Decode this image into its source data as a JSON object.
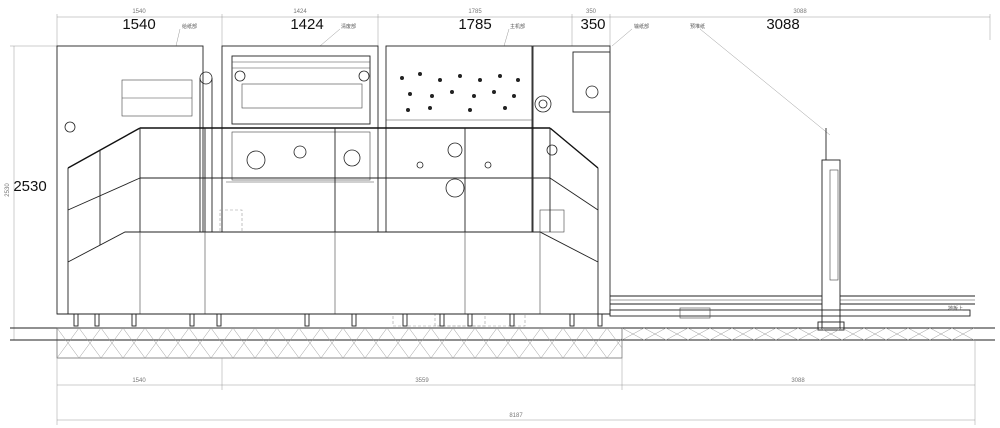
{
  "dimensions": {
    "top_large": [
      "1540",
      "1424",
      "1785",
      "350",
      "3088"
    ],
    "top_small": [
      "1540",
      "1424",
      "1785",
      "350",
      "3088"
    ],
    "height_large": "2530",
    "height_small": "2530",
    "bottom_row_1": [
      "1540",
      "3559",
      "3088"
    ],
    "bottom_total": "8187"
  },
  "section_labels": [
    "给纸部",
    "清废部",
    "主机部",
    "输纸部",
    "预堆纸"
  ],
  "side_note": "地板上",
  "colors": {
    "line": "#222222",
    "light": "#999999",
    "background": "#ffffff"
  }
}
